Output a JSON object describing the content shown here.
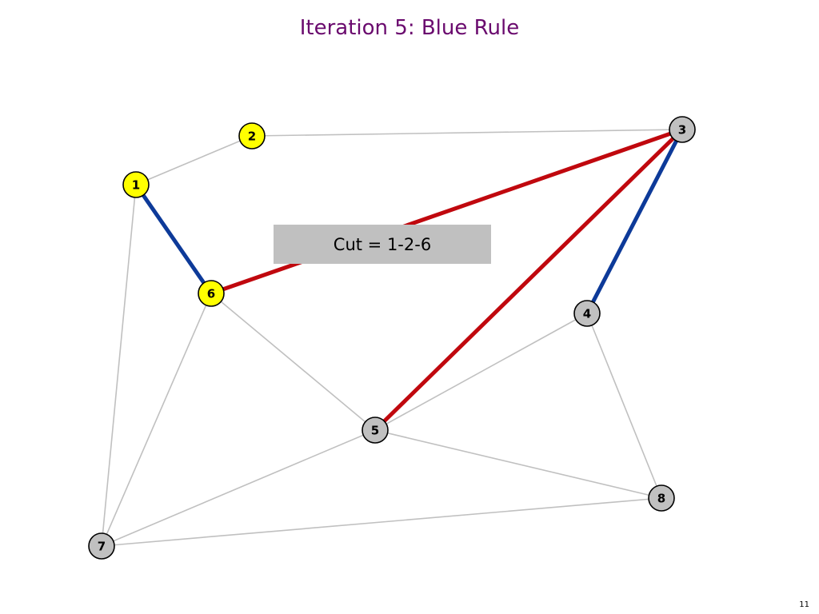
{
  "title": "Iteration 5:  Blue Rule",
  "cut_label": "Cut = 1-2-6",
  "page_number": "11",
  "colors": {
    "title": "#6a0a6e",
    "highlight_node": "#ffff00",
    "plain_node": "#c0c0c0",
    "red_edge": "#c0080e",
    "blue_edge": "#0d3a99",
    "plain_edge": "#c0c0c0",
    "cut_box": "#c0c0c0"
  },
  "graph": {
    "nodes": [
      {
        "id": "1",
        "label": "1",
        "highlighted": true
      },
      {
        "id": "2",
        "label": "2",
        "highlighted": true
      },
      {
        "id": "3",
        "label": "3",
        "highlighted": false
      },
      {
        "id": "4",
        "label": "4",
        "highlighted": false
      },
      {
        "id": "5",
        "label": "5",
        "highlighted": false
      },
      {
        "id": "6",
        "label": "6",
        "highlighted": true
      },
      {
        "id": "7",
        "label": "7",
        "highlighted": false
      },
      {
        "id": "8",
        "label": "8",
        "highlighted": false
      }
    ],
    "edges": [
      {
        "from": "1",
        "to": "2",
        "style": "plain"
      },
      {
        "from": "2",
        "to": "3",
        "style": "plain"
      },
      {
        "from": "1",
        "to": "7",
        "style": "plain"
      },
      {
        "from": "6",
        "to": "7",
        "style": "plain"
      },
      {
        "from": "6",
        "to": "5",
        "style": "plain"
      },
      {
        "from": "5",
        "to": "4",
        "style": "plain"
      },
      {
        "from": "4",
        "to": "8",
        "style": "plain"
      },
      {
        "from": "5",
        "to": "8",
        "style": "plain"
      },
      {
        "from": "5",
        "to": "7",
        "style": "plain"
      },
      {
        "from": "7",
        "to": "8",
        "style": "plain"
      },
      {
        "from": "1",
        "to": "6",
        "style": "blue"
      },
      {
        "from": "3",
        "to": "4",
        "style": "blue"
      },
      {
        "from": "6",
        "to": "3",
        "style": "red"
      },
      {
        "from": "5",
        "to": "3",
        "style": "red"
      }
    ]
  }
}
